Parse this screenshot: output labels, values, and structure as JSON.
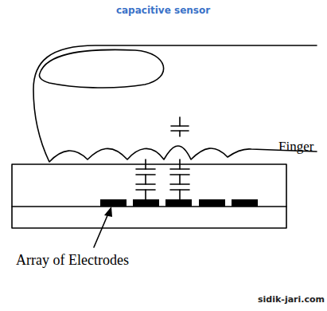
{
  "diagram": {
    "title": "capacitive sensor",
    "labels": [
      "Finger",
      "Array of Electrodes",
      "sidik-jari.com"
    ]
  }
}
